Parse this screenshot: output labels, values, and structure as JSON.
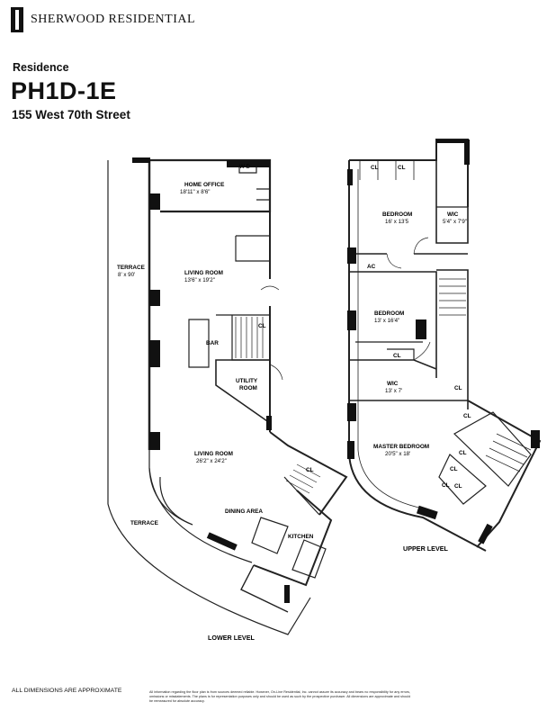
{
  "brand": {
    "name": "SHERWOOD RESIDENTIAL"
  },
  "header": {
    "label": "Residence",
    "unit": "PH1D-1E",
    "address": "155 West 70th Street"
  },
  "lower_level": {
    "caption": "LOWER LEVEL",
    "home_office": {
      "name": "HOME OFFICE",
      "dims": "18'11\" x 8'6\""
    },
    "wd": "W D",
    "terrace_upper": {
      "name": "TERRACE",
      "dims": "8' x 90'"
    },
    "terrace_lower": "TERRACE",
    "living_room_1": {
      "name": "LIVING ROOM",
      "dims": "13'6\" x 19'2\""
    },
    "living_room_2": {
      "name": "LIVING ROOM",
      "dims": "26'2\" x 24'2\""
    },
    "bar": "BAR",
    "cl_1": "CL",
    "cl_2": "CL",
    "utility": {
      "name": "UTILITY",
      "name2": "ROOM"
    },
    "dining": "DINING AREA",
    "kitchen": "KITCHEN"
  },
  "upper_level": {
    "caption": "UPPER LEVEL",
    "cl_a": "CL",
    "cl_b": "CL",
    "bedroom_1": {
      "name": "BEDROOM",
      "dims": "16' x 13'5"
    },
    "wic_1": {
      "name": "WIC",
      "dims": "5'4\" x 7'9\""
    },
    "ac": "AC",
    "bedroom_2": {
      "name": "BEDROOM",
      "dims": "13' x 16'4\""
    },
    "cl_c": "CL",
    "wic_2": {
      "name": "WIC",
      "dims": "13' x 7'"
    },
    "cl_d": "CL",
    "cl_e": "CL",
    "master": {
      "name": "MASTER BEDROOM",
      "dims": "20'5\" x 18'"
    },
    "cl_f": "CL",
    "cl_g": "CL",
    "cl_h": "CL",
    "cl_i": "CL"
  },
  "footer": {
    "approx": "ALL DIMENSIONS ARE APPROXIMATE",
    "disclaimer": "All information regarding the floor plan is from sources deemed reliable. However, On-Line Residential, Inc. cannot assure its accuracy and bears no responsibility for any errors, omissions or misstatements. The plans is for representation purposes only and should be used as such by the prospective purchaser. All dimensions are approximate and should be remeasured for absolute accuracy."
  }
}
